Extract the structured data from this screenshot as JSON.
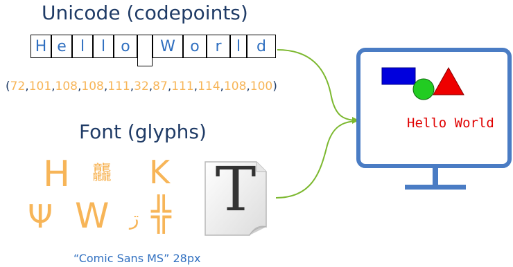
{
  "unicode_section": {
    "title": "Unicode (codepoints)",
    "characters": [
      "H",
      "e",
      "l",
      "l",
      "o",
      "",
      "W",
      "o",
      "r",
      "l",
      "d"
    ],
    "codepoints_open": "(",
    "codepoints": [
      "72",
      "101",
      "108",
      "108",
      "111",
      "32",
      "87",
      "111",
      "114",
      "108",
      "100"
    ],
    "codepoints_close": ")"
  },
  "font_section": {
    "title": "Font (glyphs)",
    "glyphs": [
      "H",
      "龘",
      "K",
      "Ψ",
      "W",
      "ڗ",
      "╬"
    ],
    "font_icon_letter": "T",
    "caption": "“Comic Sans MS” 28px"
  },
  "monitor": {
    "text": "Hello World"
  },
  "colors": {
    "heading": "#1f3b66",
    "char_text": "#2f6fc0",
    "codepoint": "#f7b558",
    "arrow": "#7cb82f",
    "monitor": "#4a7cc4",
    "rect": "#0000dd",
    "circle": "#22cc22",
    "triangle": "#ee0000",
    "hello_text": "#e00000"
  }
}
